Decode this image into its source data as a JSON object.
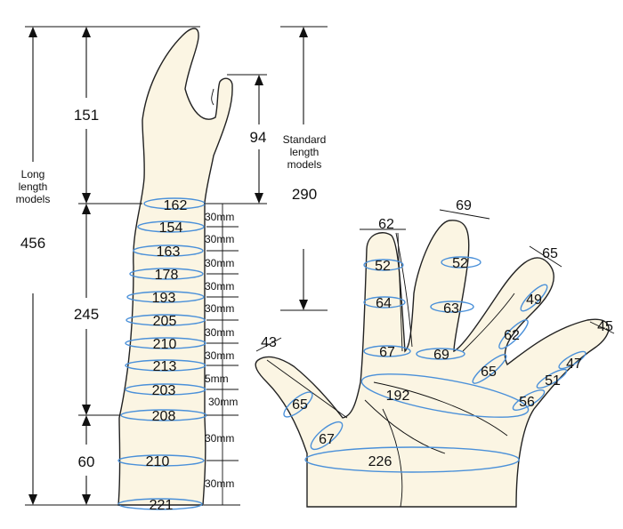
{
  "arm": {
    "labels": {
      "long": "Long\nlength\nmodels",
      "long_lines": [
        "Long",
        "length",
        "models"
      ],
      "standard_lines": [
        "Standard",
        "length",
        "models"
      ]
    },
    "lengths": {
      "total_long": "456",
      "top": "151",
      "mid": "245",
      "bottom": "60",
      "standard_total": "290",
      "thumb_tip": "94"
    },
    "circumferences": [
      "162",
      "154",
      "163",
      "178",
      "193",
      "205",
      "210",
      "213",
      "203",
      "208",
      "210",
      "221"
    ],
    "spacing": [
      "30mm",
      "30mm",
      "30mm",
      "30mm",
      "30mm",
      "30mm",
      "30mm",
      "5mm",
      "30mm",
      "30mm"
    ]
  },
  "hand": {
    "finger_widths": {
      "thumb": "43",
      "index": "62",
      "middle": "69",
      "ring": "65",
      "little": "45"
    },
    "finger_circ": {
      "index_top": "52",
      "index_mid": "64",
      "index_base": "67",
      "middle_top": "52",
      "middle_mid": "63",
      "middle_base": "69",
      "ring_top": "49",
      "ring_mid": "62",
      "ring_base": "65",
      "little_top": "47",
      "little_mid": "51",
      "little_base": "56",
      "thumb_mid": "65",
      "thumb_base": "67"
    },
    "palm": "192",
    "wrist": "226"
  }
}
